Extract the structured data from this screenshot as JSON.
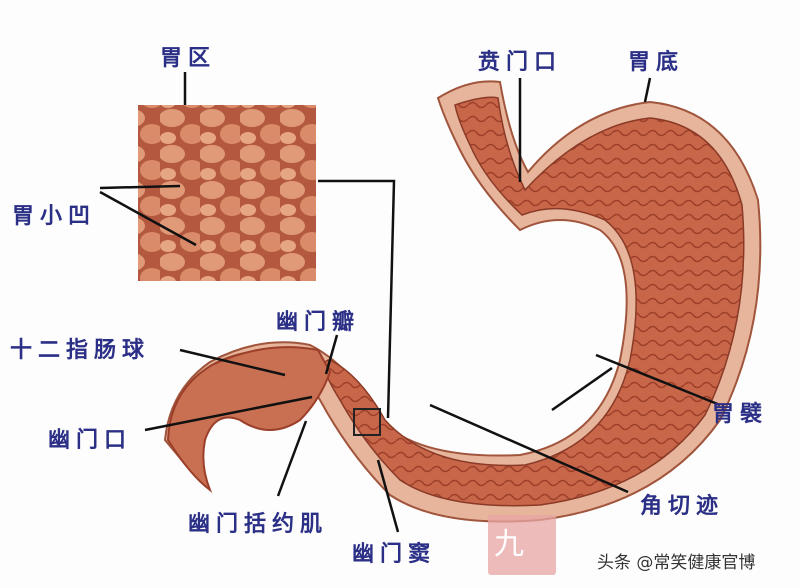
{
  "labels": {
    "gastric_area": "胃区",
    "cardiac_orifice": "贲门口",
    "fundus": "胃底",
    "gastric_pits": "胃小凹",
    "duodenal_bulb": "十二指肠球",
    "pyloric_valve": "幽门瓣",
    "pyloric_orifice": "幽门口",
    "pyloric_sphincter": "幽门括约肌",
    "pyloric_antrum": "幽门窦",
    "angular_incisure": "角切迹",
    "gastric_folds": "胃襞"
  },
  "seal_text": "九",
  "watermark": "头条 @常笑健康官博",
  "colors": {
    "label": "#2b2f86",
    "tissue": "#c8664a",
    "tissue_dark": "#9c3f2a",
    "outer_wall": "#e6b59c"
  }
}
